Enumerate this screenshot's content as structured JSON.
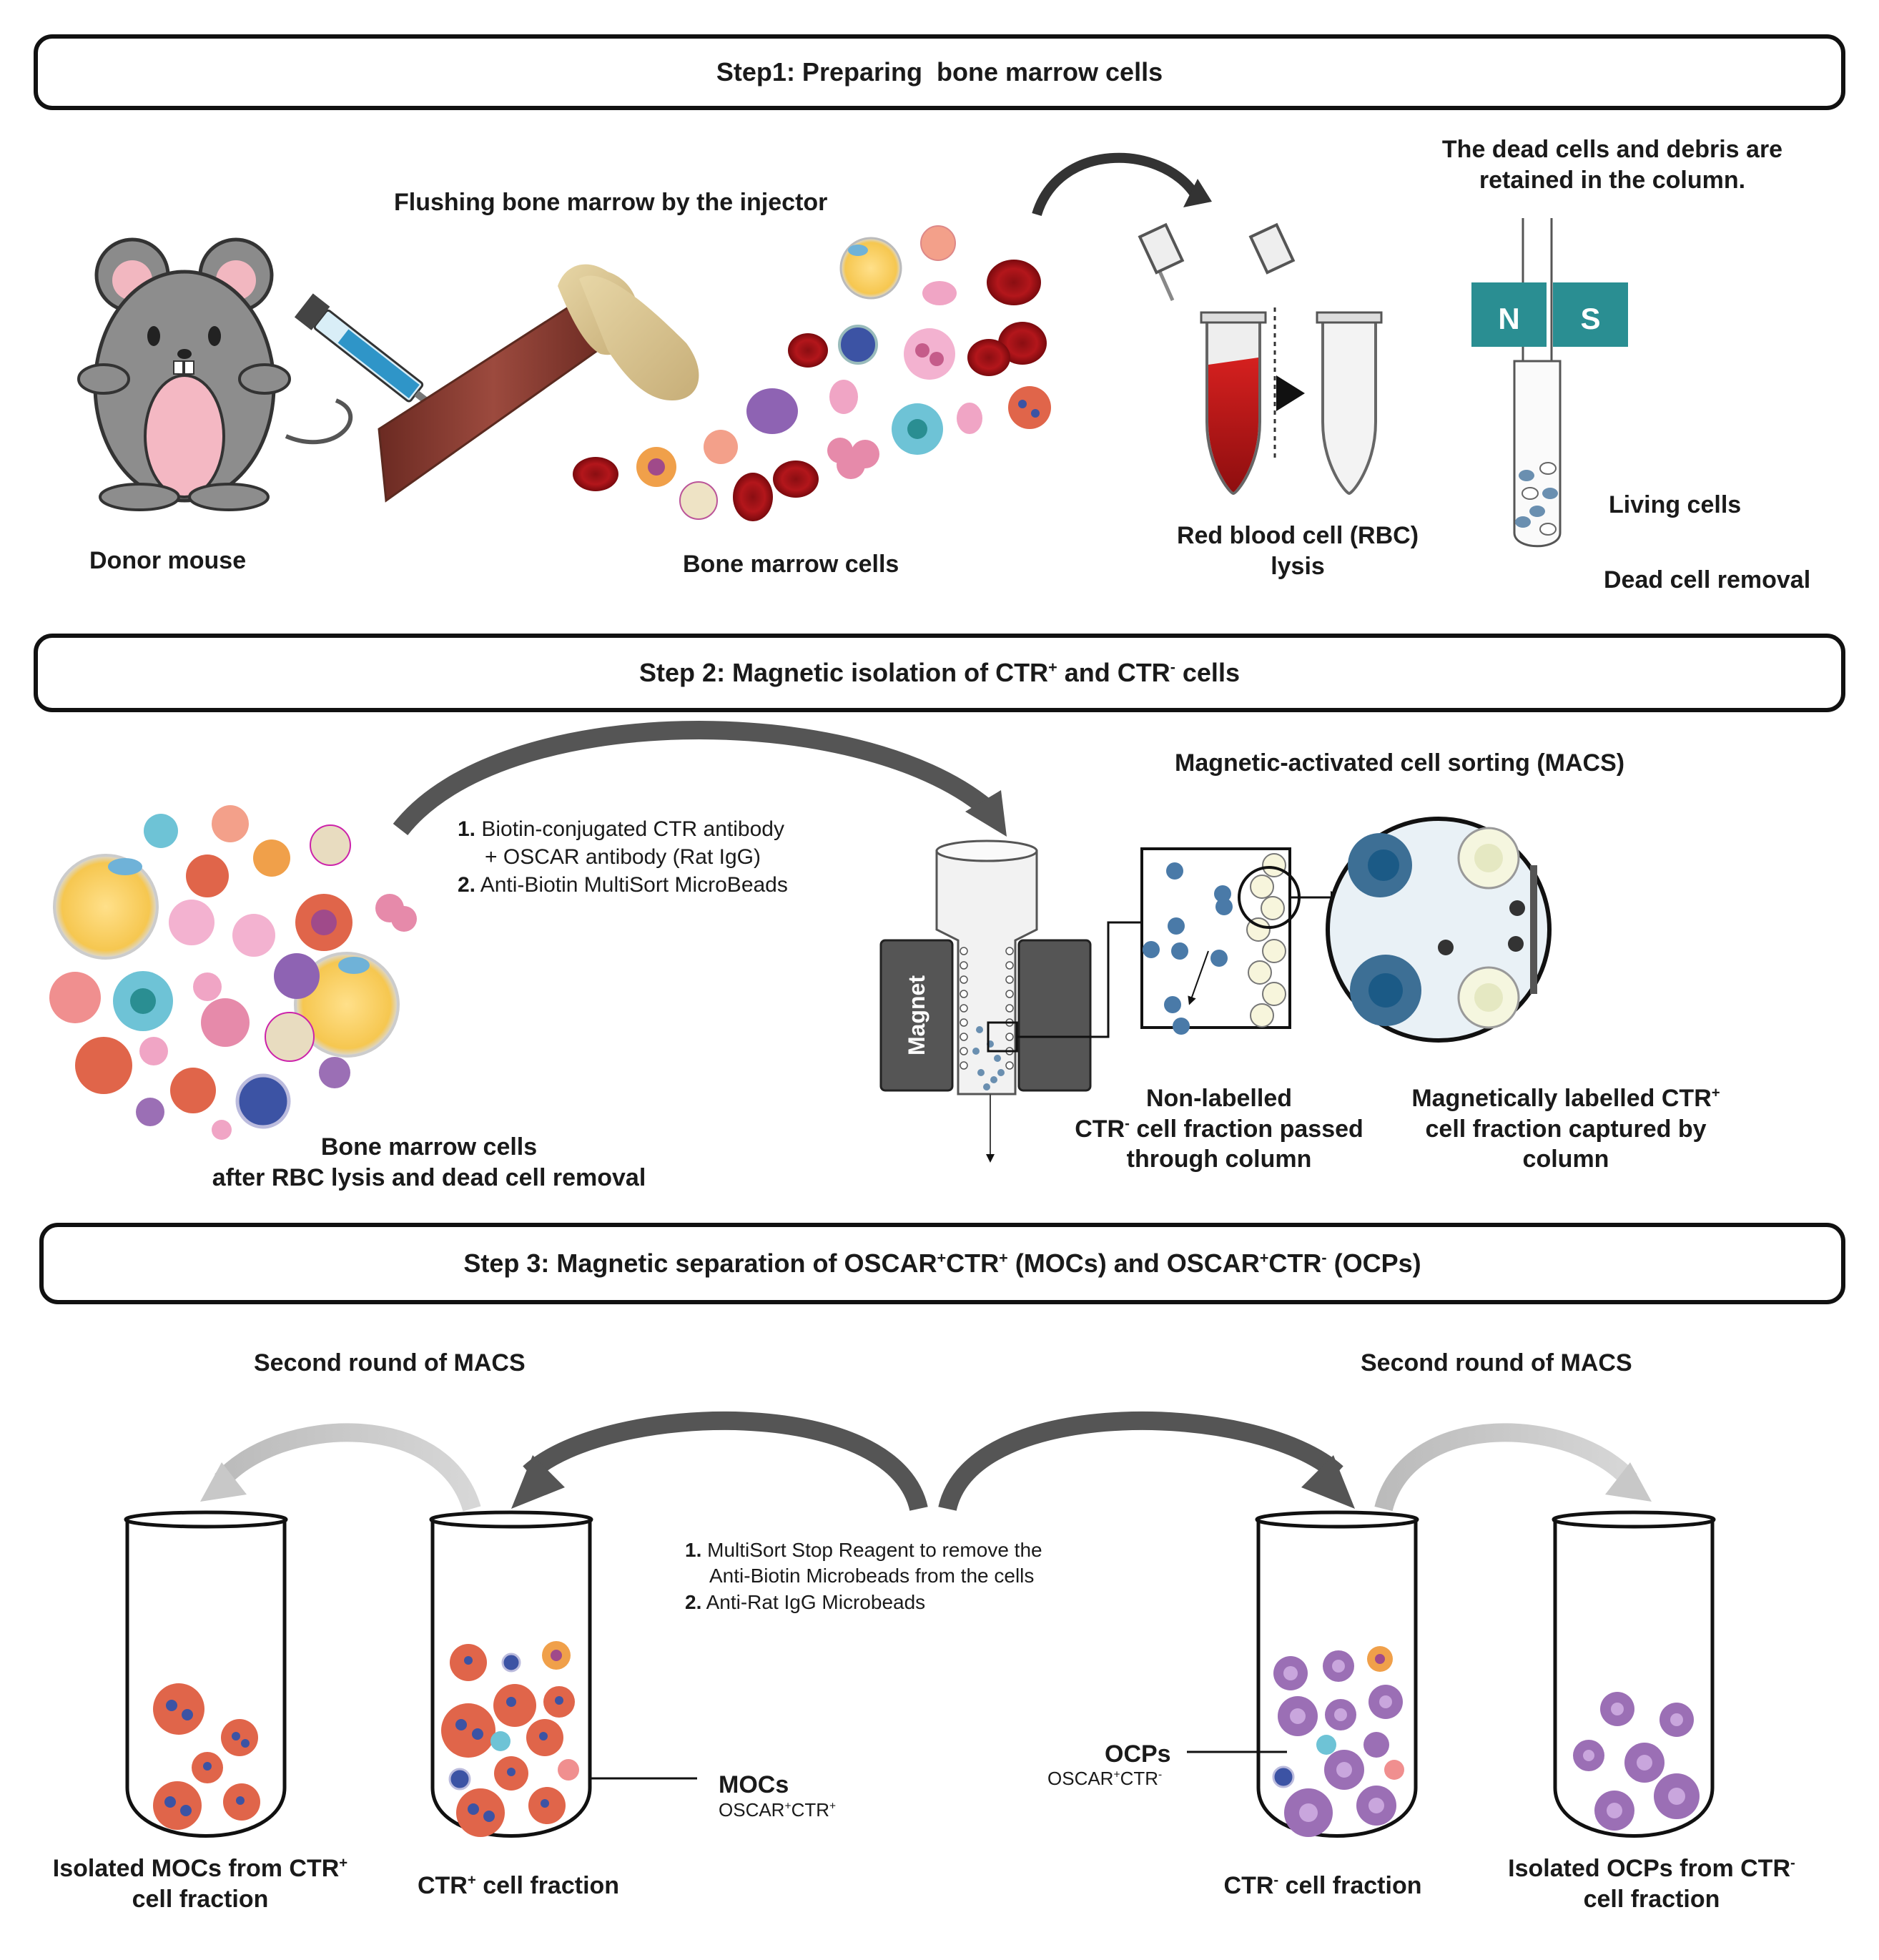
{
  "step1": {
    "title": "Step1: Preparing  bone marrow cells",
    "flushing": "Flushing bone marrow by the injector",
    "dead_retained_1": "The dead cells and debris are",
    "dead_retained_2": "retained in the column.",
    "magnet_n": "N",
    "magnet_s": "S",
    "donor_mouse": "Donor mouse",
    "bone_marrow_cells": "Bone marrow cells",
    "rbc_lysis_1": "Red blood cell (RBC)",
    "rbc_lysis_2": "lysis",
    "living_cells": "Living cells",
    "dead_cell_removal": "Dead cell removal"
  },
  "step2": {
    "title_a": "Step 2: Magnetic isolation of CTR",
    "title_b": " and CTR",
    "title_c": " cells",
    "sup_plus": "+",
    "sup_minus": "-",
    "macs": "Magnetic-activated cell sorting (MACS)",
    "reagent1_num": "1.",
    "reagent1_a": "Biotin-conjugated CTR antibody",
    "reagent1_b": "+ OSCAR antibody (Rat IgG)",
    "reagent2_num": "2.",
    "reagent2": "Anti-Biotin MultiSort MicroBeads",
    "magnet": "Magnet",
    "bm_after_1": "Bone marrow cells",
    "bm_after_2": "after RBC lysis and dead cell removal",
    "nonlabelled_1": "Non-labelled",
    "nonlabelled_2a": "CTR",
    "nonlabelled_2b": " cell fraction passed",
    "nonlabelled_3": "through column",
    "labelled_1a": "Magnetically labelled CTR",
    "labelled_2": "cell fraction captured by",
    "labelled_3": "column"
  },
  "step3": {
    "title_a": "Step 3: Magnetic separation of OSCAR",
    "title_b": "CTR",
    "title_c": " (MOCs) and OSCAR",
    "title_d": "CTR",
    "title_e": " (OCPs)",
    "second_round_left": "Second round of MACS",
    "second_round_right": "Second round of MACS",
    "reagent1_num": "1.",
    "reagent1_a": "MultiSort Stop Reagent to remove the",
    "reagent1_b": "Anti-Biotin Microbeads from the cells",
    "reagent2_num": "2.",
    "reagent2": "Anti-Rat IgG Microbeads",
    "mocs": "MOCs",
    "mocs_sub_a": "OSCAR",
    "mocs_sub_b": "CTR",
    "ocps": "OCPs",
    "ocps_sub_a": "OSCAR",
    "ocps_sub_b": "CTR",
    "isolated_mocs_1": "Isolated MOCs from CTR",
    "isolated_mocs_2": "cell fraction",
    "ctr_plus_fraction_a": "CTR",
    "ctr_plus_fraction_b": " cell fraction",
    "ctr_minus_fraction_a": "CTR",
    "ctr_minus_fraction_b": " cell fraction",
    "isolated_ocps_1": "Isolated OCPs from CTR",
    "isolated_ocps_2": "cell fraction"
  },
  "colors": {
    "rbc": "#c0161c",
    "magnet_teal": "#2a8e92",
    "moc_orange": "#e06b4f",
    "ocp_purple": "#9b6fb5",
    "magnet_gray": "#555555"
  }
}
